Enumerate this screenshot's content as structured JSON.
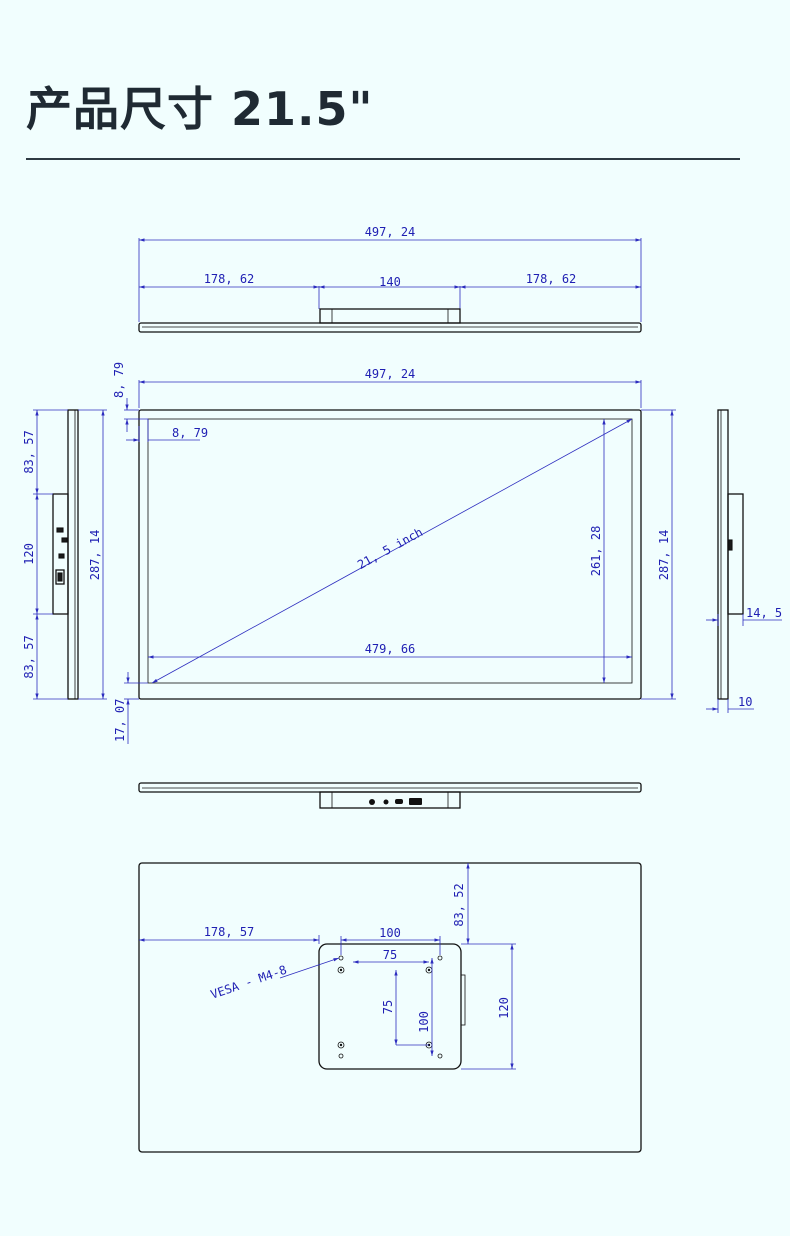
{
  "header": {
    "title": "产品尺寸 21.5\""
  },
  "top_view": {
    "overall_width": "497, 24",
    "left_offset": "178, 62",
    "bracket_width": "140",
    "right_offset": "178, 62"
  },
  "front_view": {
    "overall_width": "497, 24",
    "bezel_top": "8, 79",
    "bezel_side": "8, 79",
    "diagonal": "21, 5 inch",
    "active_width": "479, 66",
    "active_height": "261, 28",
    "overall_height": "287, 14",
    "bottom_bezel": "17, 07"
  },
  "left_side_view": {
    "upper": "83, 57",
    "middle": "120",
    "lower": "83, 57",
    "overall_height": "287, 14"
  },
  "right_side_view": {
    "bracket_depth": "14, 5",
    "panel_depth": "10"
  },
  "rear_view": {
    "top_offset": "83, 52",
    "left_offset": "178, 57",
    "outer_vesa": "100",
    "inner_vesa": "75",
    "inner_vesa_vertical": "75",
    "outer_vesa_vertical": "100",
    "bracket_height": "120",
    "vesa_label": "VESA - M4-8"
  },
  "colors": {
    "dimension": "#1f1fb3",
    "outline": "#111111",
    "background": "#f1fefe",
    "title": "#1f2a33"
  }
}
